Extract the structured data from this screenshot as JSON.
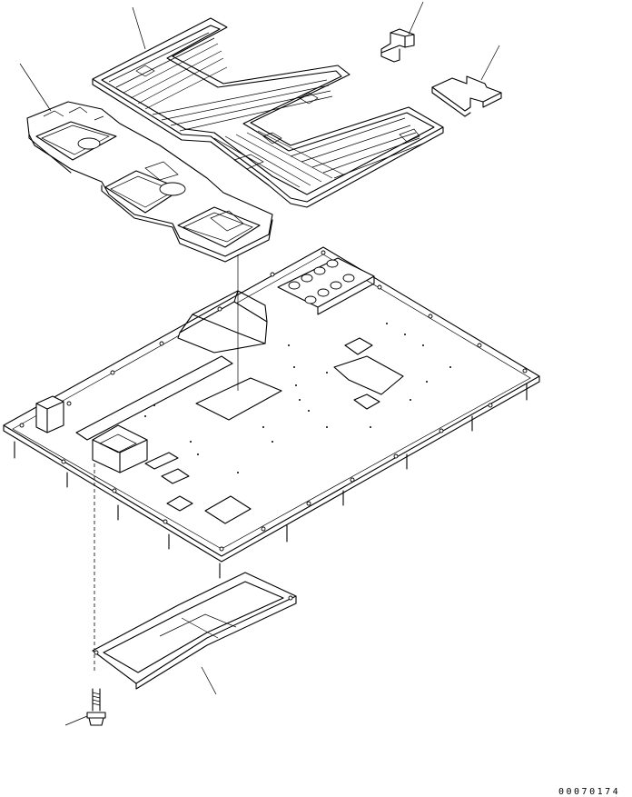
{
  "drawing": {
    "reference_code": "00070174",
    "parts": [
      {
        "name": "floor-mat-upper"
      },
      {
        "name": "floor-mat-left"
      },
      {
        "name": "small-bracket"
      },
      {
        "name": "small-plate"
      },
      {
        "name": "floor-plate"
      },
      {
        "name": "under-cover"
      },
      {
        "name": "bolt"
      }
    ]
  }
}
